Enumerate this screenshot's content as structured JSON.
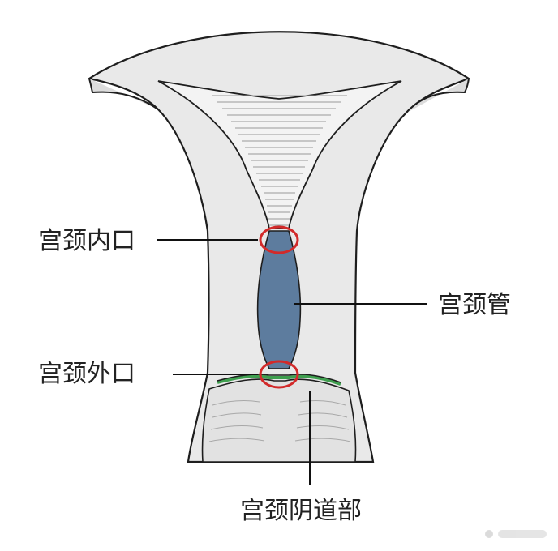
{
  "labels": {
    "internal_os": "宫颈内口",
    "cervical_canal": "宫颈管",
    "external_os": "宫颈外口",
    "vaginal_portion": "宫颈阴道部"
  },
  "colors": {
    "outline": "#1e1e1e",
    "tissue": "#e9e9e9",
    "tissue_light": "#f3f3f3",
    "canal": "#5d7c9e",
    "circle": "#d22a2a",
    "epithelium": "#3f9f4f",
    "leader": "#111111"
  }
}
